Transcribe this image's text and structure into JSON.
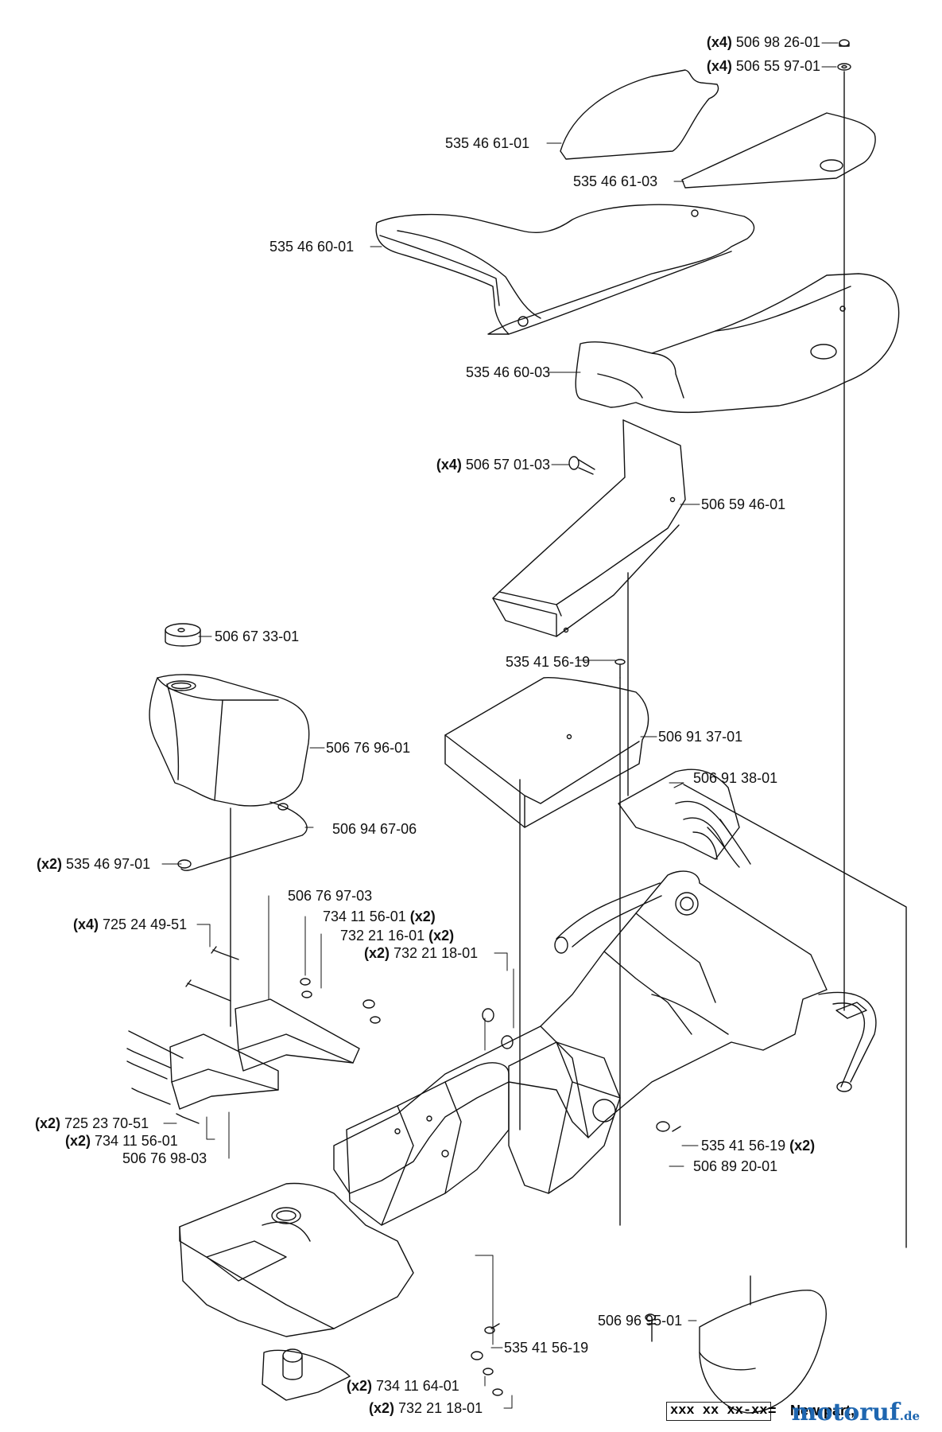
{
  "labels": {
    "l1": {
      "qty": "(x4)",
      "part": "506 98 26-01"
    },
    "l2": {
      "qty": "(x4)",
      "part": "506 55 97-01"
    },
    "l3": {
      "part": "535 46 61-01"
    },
    "l4": {
      "part": "535 46 61-03"
    },
    "l5": {
      "part": "535 46 60-01"
    },
    "l6": {
      "part": "535 46 60-03"
    },
    "l7": {
      "qty": "(x4)",
      "part": "506 57 01-03"
    },
    "l8": {
      "part": "506 59 46-01"
    },
    "l9": {
      "part": "506 67 33-01"
    },
    "l10": {
      "part": "535 41 56-19"
    },
    "l11": {
      "part": "506 76 96-01"
    },
    "l12": {
      "part": "506 91 37-01"
    },
    "l13": {
      "part": "506 91 38-01"
    },
    "l14": {
      "part": "506 94 67-06"
    },
    "l15": {
      "qty": "(x2)",
      "part": "535 46 97-01"
    },
    "l16": {
      "part": "506 76 97-03"
    },
    "l17": {
      "qty": "(x4)",
      "part": "725 24 49-51"
    },
    "l18": {
      "part": "734 11 56-01",
      "qty": "(x2)"
    },
    "l19": {
      "part": "732 21 16-01",
      "qty": "(x2)"
    },
    "l20": {
      "qty": "(x2)",
      "part": "732 21 18-01"
    },
    "l21": {
      "part": "535 41 56-19",
      "qty": "(x2)"
    },
    "l22": {
      "part": "506 89 20-01"
    },
    "l23": {
      "qty": "(x2)",
      "part": "725 23 70-51"
    },
    "l24": {
      "qty": "(x2)",
      "part": "734 11 56-01"
    },
    "l25": {
      "part": "506 76 98-03"
    },
    "l26": {
      "part": "535 41 56-19"
    },
    "l27": {
      "part": "506 96 95-01"
    },
    "l28": {
      "qty": "(x2)",
      "part": "734 11 64-01"
    },
    "l29": {
      "qty": "(x2)",
      "part": "732 21 18-01"
    }
  },
  "legend": {
    "placeholder": "xxx xx xx-xx",
    "eq": "=",
    "text": "New part,"
  },
  "brand": {
    "name_a": "motoruf",
    "domain": ".de"
  }
}
